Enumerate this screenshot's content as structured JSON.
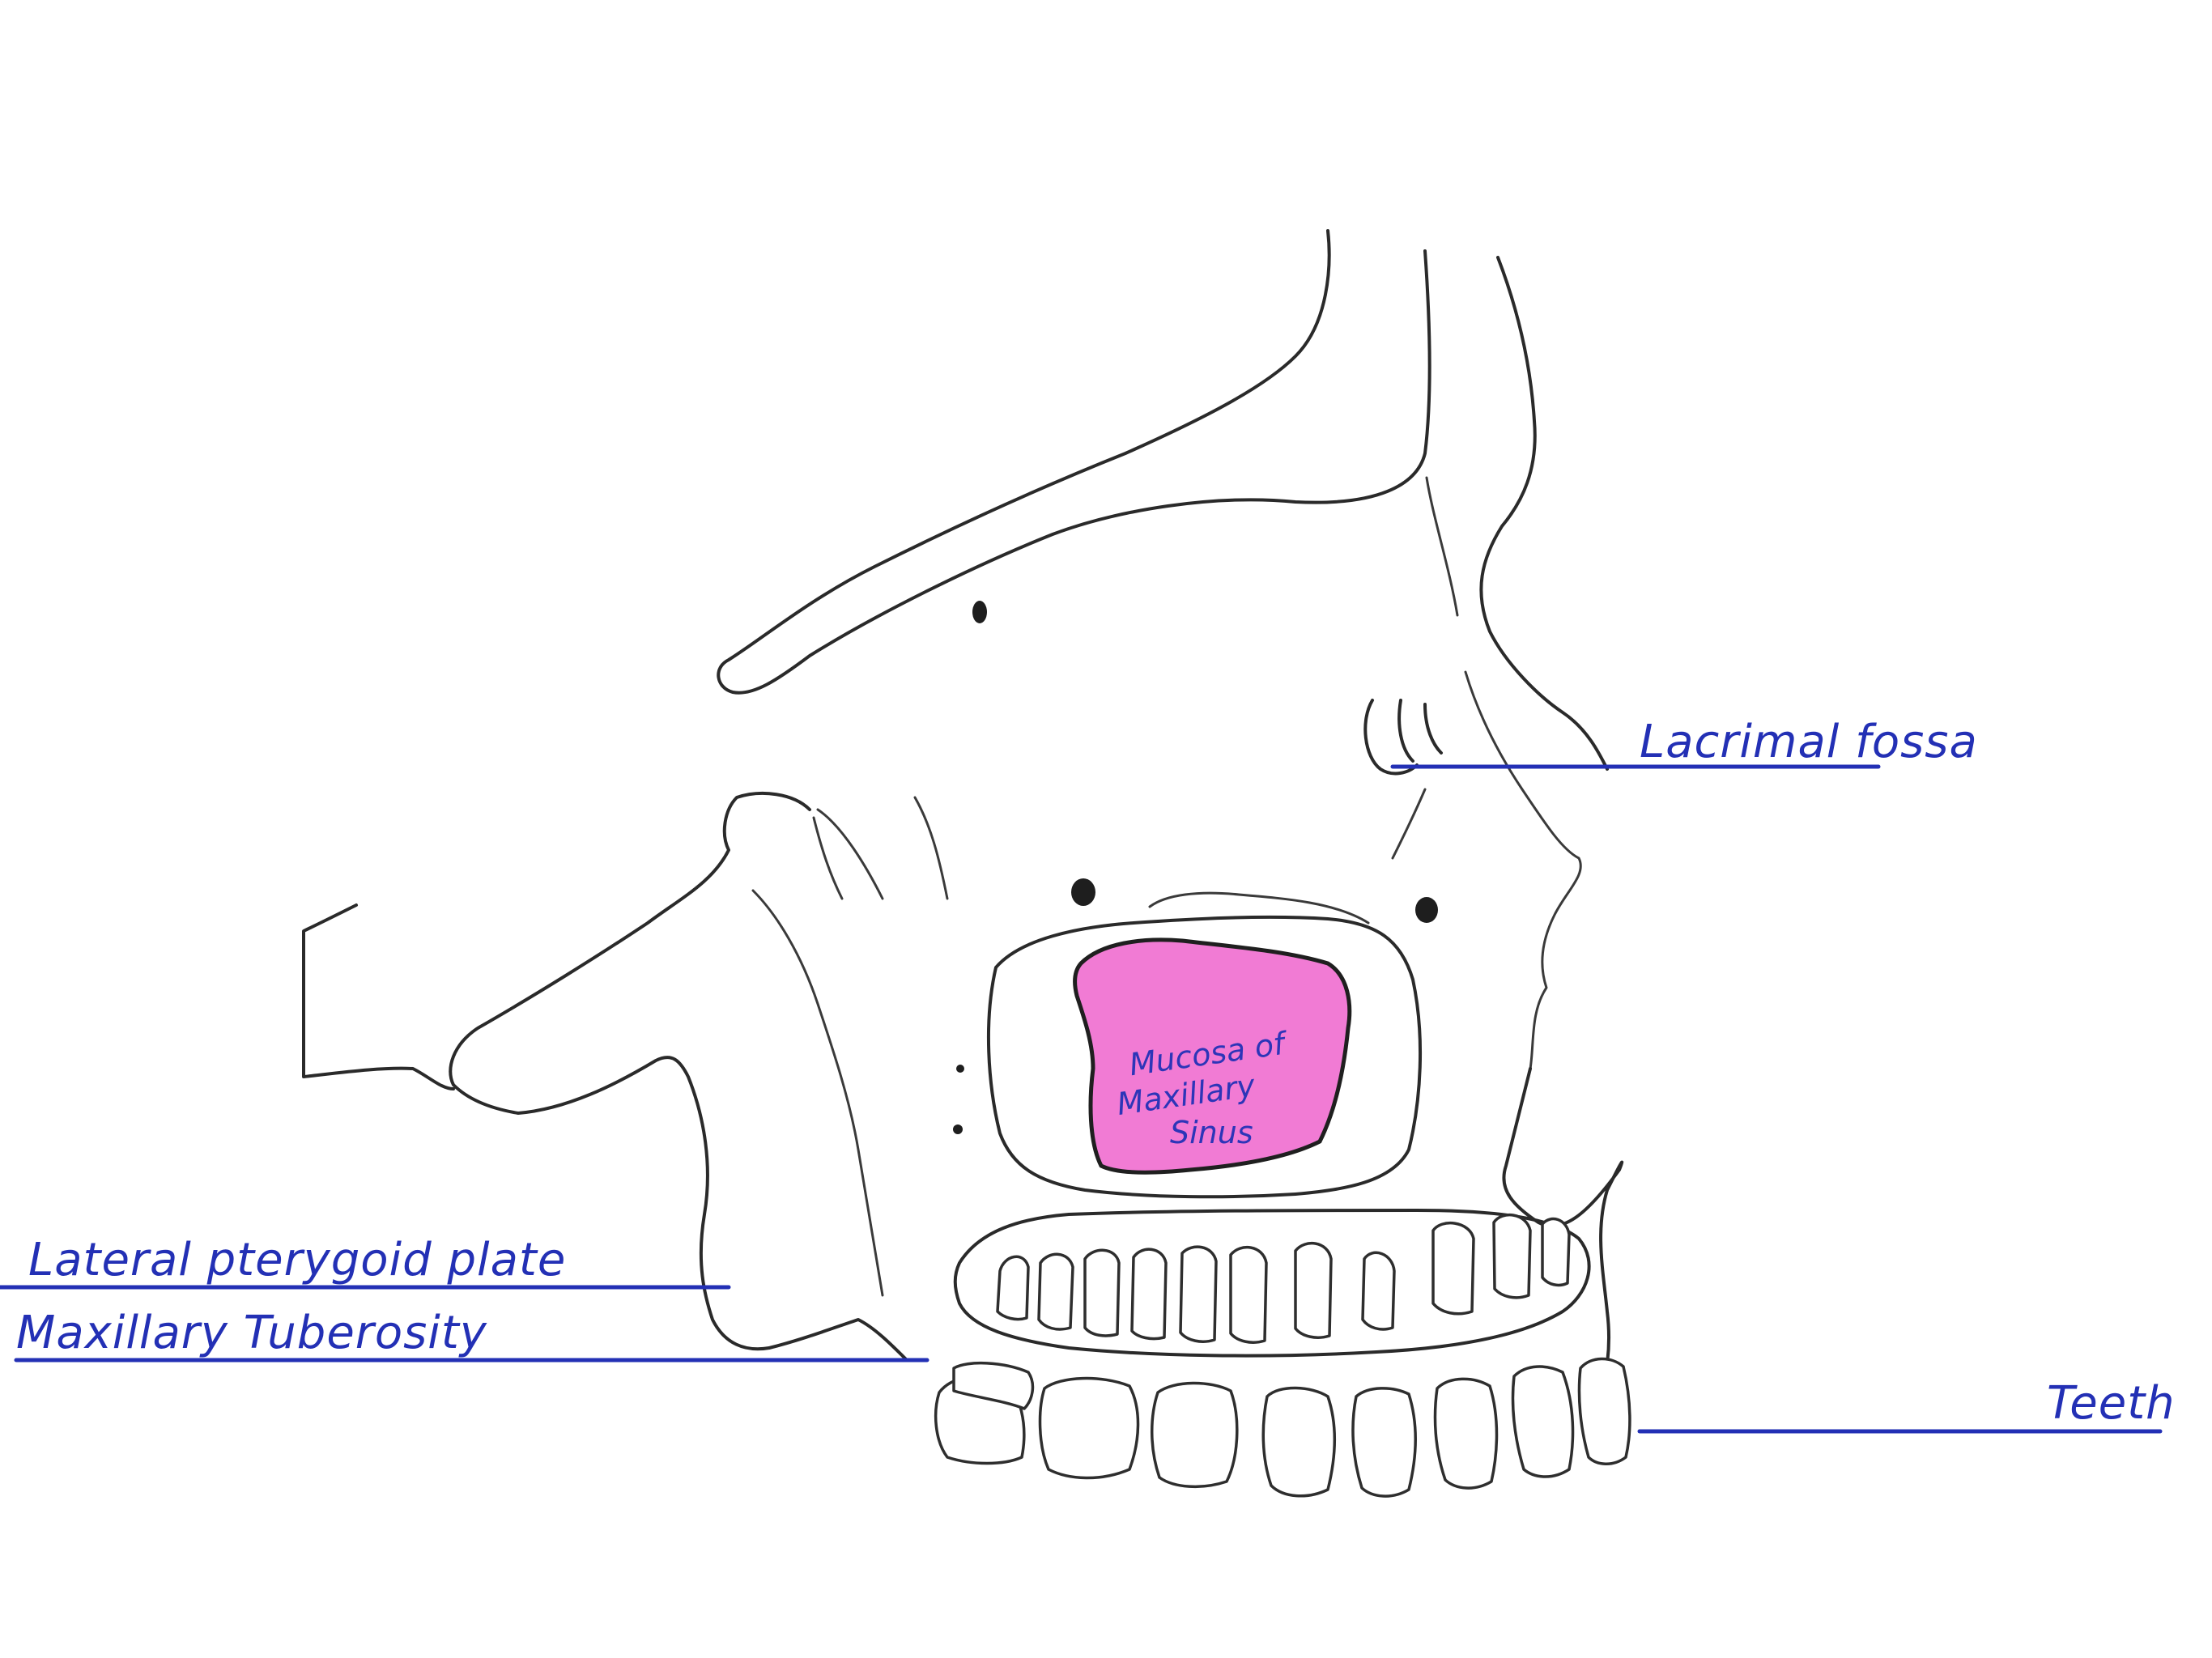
{
  "colors": {
    "label_ink": "#2330b5",
    "sinus_fill": "#f17bd4",
    "sinus_text": "#2d35b8",
    "bone_line": "#2a2a2a",
    "background": "#ffffff"
  },
  "labels": {
    "lacrimal_fossa": "Lacrimal fossa",
    "lateral_pterygoid_plate": "Lateral pterygoid plate",
    "maxillary_tuberosity": "Maxillary Tuberosity",
    "teeth": "Teeth"
  },
  "sinus_label": {
    "line1": "Mucosa of",
    "line2": "Maxillary",
    "line3": "Sinus"
  }
}
